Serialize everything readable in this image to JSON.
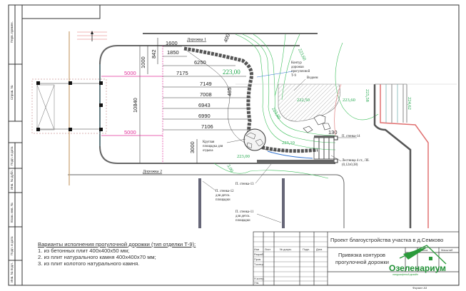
{
  "side_strip": [
    "Перв. примен.",
    "Справ. №",
    "Подп. и дата",
    "Инв. № дубл.",
    "Взам. инв. №",
    "Подп. и дата",
    "Инв. № подл."
  ],
  "paths": {
    "path1": "Дорожка 1",
    "path2": "Дорожка 2"
  },
  "dimensions": {
    "d1600": "1600",
    "d1850": "1850",
    "d842": "842",
    "d1000": "1000",
    "d400": "400",
    "d6250": "6250",
    "d7175": "7175",
    "d7149": "7149",
    "d7008": "7008",
    "d6943": "6943",
    "d6990": "6990",
    "d7106": "7106",
    "d5000a": "5000",
    "d5000b": "5000",
    "d10840": "10840",
    "d3000": "3000",
    "d485": "485",
    "d130": "130"
  },
  "elevations": {
    "e1": "223,00",
    "e2": "223,60",
    "e3": "222,50",
    "e4": "223,60",
    "e5": "223,60",
    "e6": "223,10",
    "e7": "223,00",
    "e8": "225,58",
    "e9": "224,62",
    "e10": "3,00"
  },
  "labels": {
    "contour": [
      "Контур",
      "дорожки",
      "прогулочной",
      "Т-9"
    ],
    "pond": "Водоем",
    "round": [
      "Круглая",
      "площадка для",
      "отдыха"
    ],
    "wall14": "П. стенка-14",
    "stairs": [
      "Лестница 4 ст., Лб.",
      "(0,12х0,38)"
    ],
    "wall13": "П. стенка-13",
    "wall12": [
      "П. стенка-12",
      "для детск.",
      "площадки"
    ],
    "wall11": [
      "П. стенка-11",
      "для детск.",
      "площадки"
    ]
  },
  "notes": {
    "title": "Варианты исполнения прогулочной дорожки (тип отделки Т-9):",
    "items": [
      "1. из бетонных плит 400х400х50 мм;",
      "2. из плит натурального камня 400х400х70 мм;",
      "3. из плит колотого натурального камня."
    ]
  },
  "title_block": {
    "project": "Проект благоустройства участка в д.Семково",
    "sheet_title": [
      "Привязка контуров",
      "прогулочной дорожки"
    ],
    "cols": [
      "Изм",
      "Лист",
      "№ докум.",
      "Подп.",
      "Дата"
    ],
    "rows": [
      "Разраб.",
      "Пров.",
      "Т.контр.",
      "Н.контр.",
      "Утв."
    ],
    "mass": "Масса",
    "scale": "Масштаб",
    "logo": "Озеленариум",
    "logo_sub": "ландшафтный дизайн",
    "format": "Формат А3"
  },
  "colors": {
    "green": "#1fa64a",
    "pink": "#e0309a",
    "blue": "#2a6fd0"
  }
}
